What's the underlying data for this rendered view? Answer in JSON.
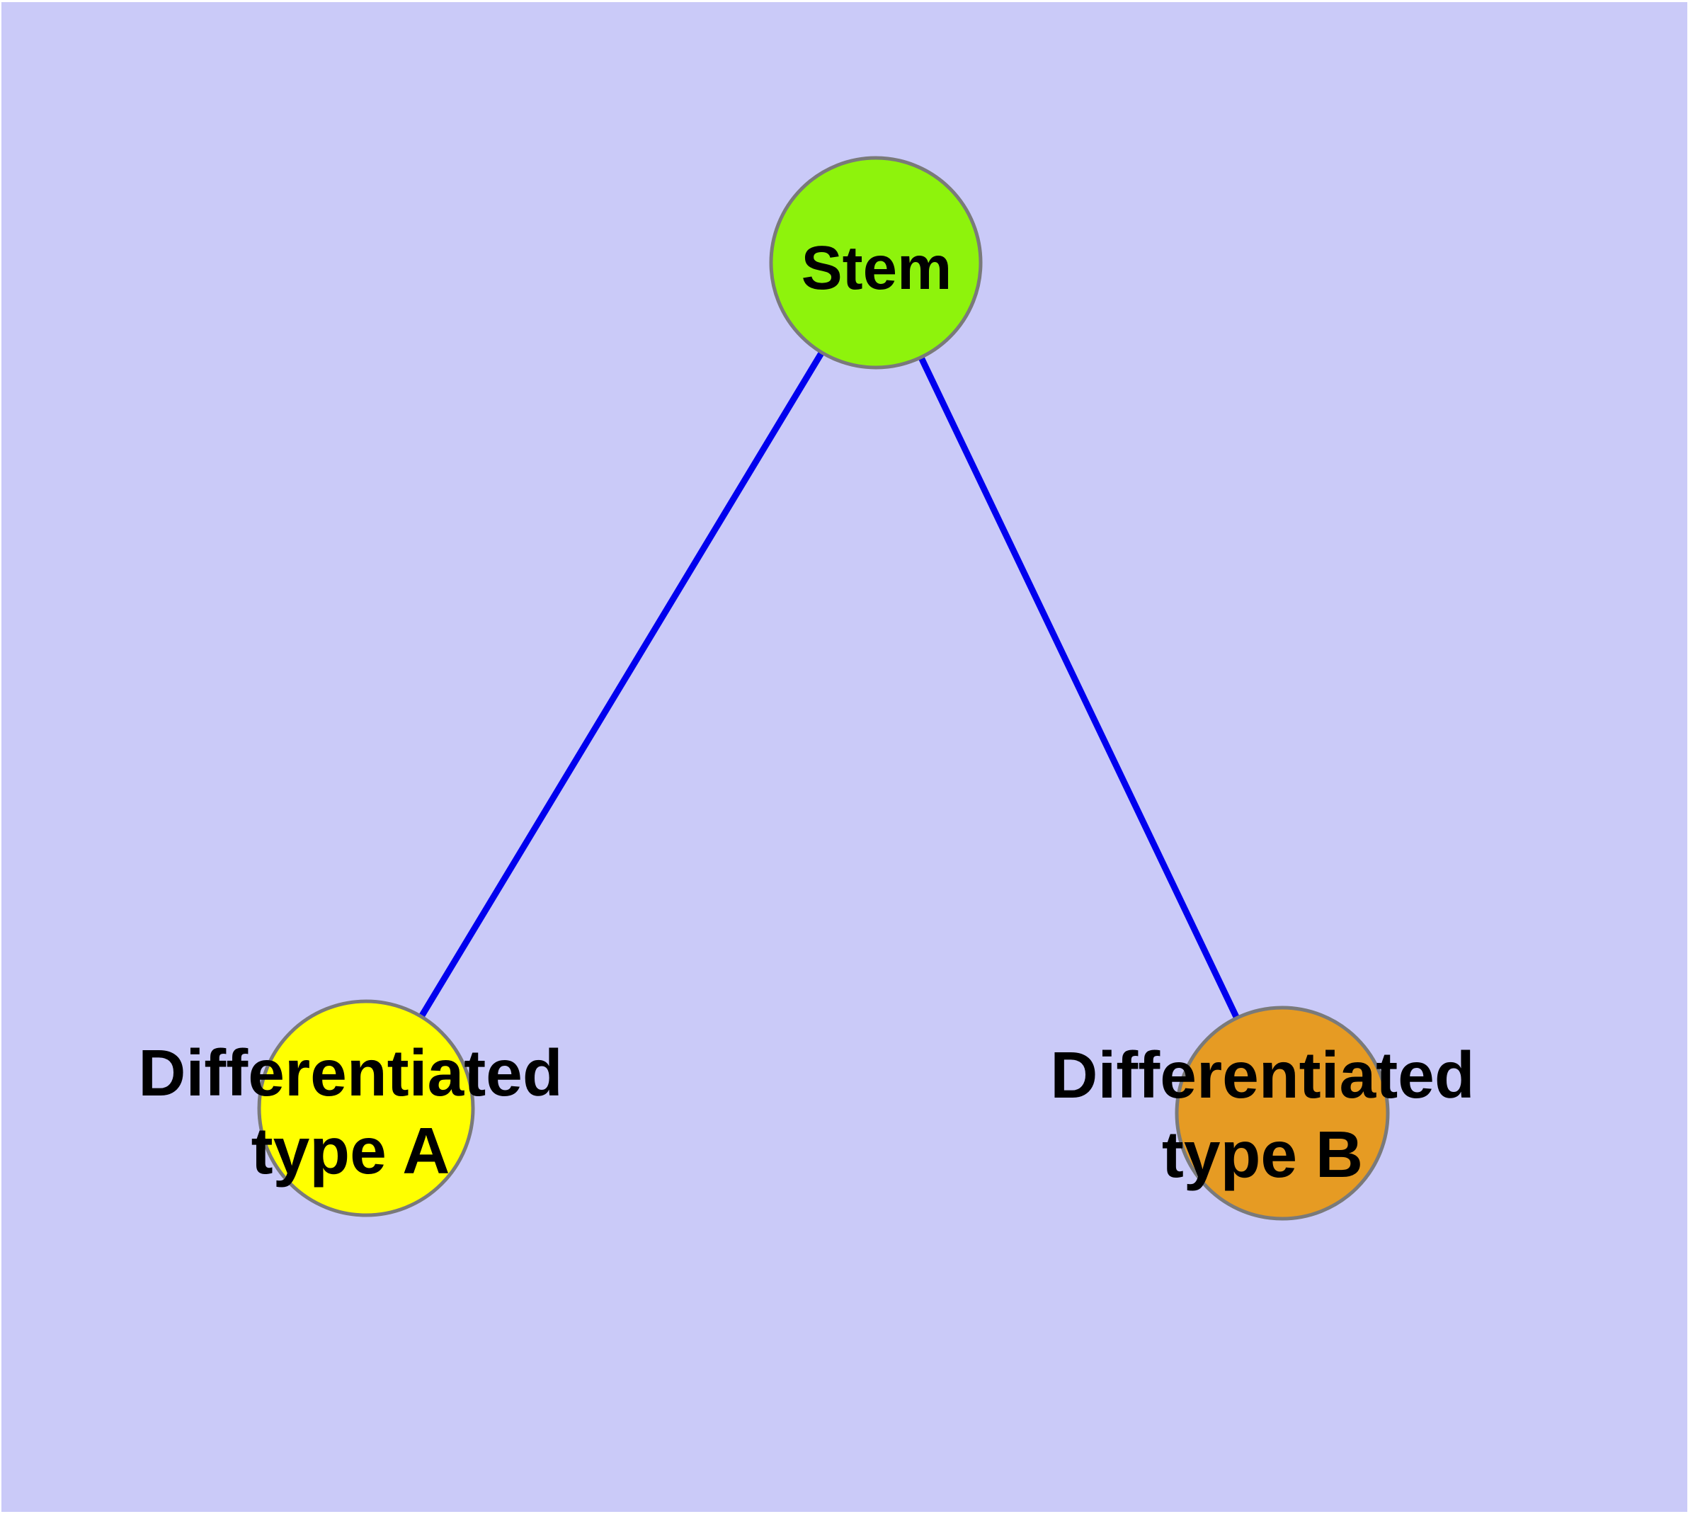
{
  "canvas": {
    "background_color": "#cacaf8",
    "page_edge_color": "#ffffff"
  },
  "graph": {
    "type": "node-link-diagram",
    "edge_color": "#0000ee",
    "node_border_color": "#7a7a7a",
    "label_color": "#000000",
    "nodes": [
      {
        "id": "stem",
        "label": "Stem",
        "fill": "#8ef30c"
      },
      {
        "id": "differentiated-type-a",
        "label": "Differentiated type A",
        "label_lines": [
          "Differentiated",
          "type A"
        ],
        "fill": "#ffff00"
      },
      {
        "id": "differentiated-type-b",
        "label": "Differentiated type B",
        "label_lines": [
          "Differentiated",
          "type B"
        ],
        "fill": "#e69b23"
      }
    ],
    "edges": [
      {
        "from": "Stem",
        "to": "Differentiated type A"
      },
      {
        "from": "Stem",
        "to": "Differentiated type B"
      }
    ]
  }
}
